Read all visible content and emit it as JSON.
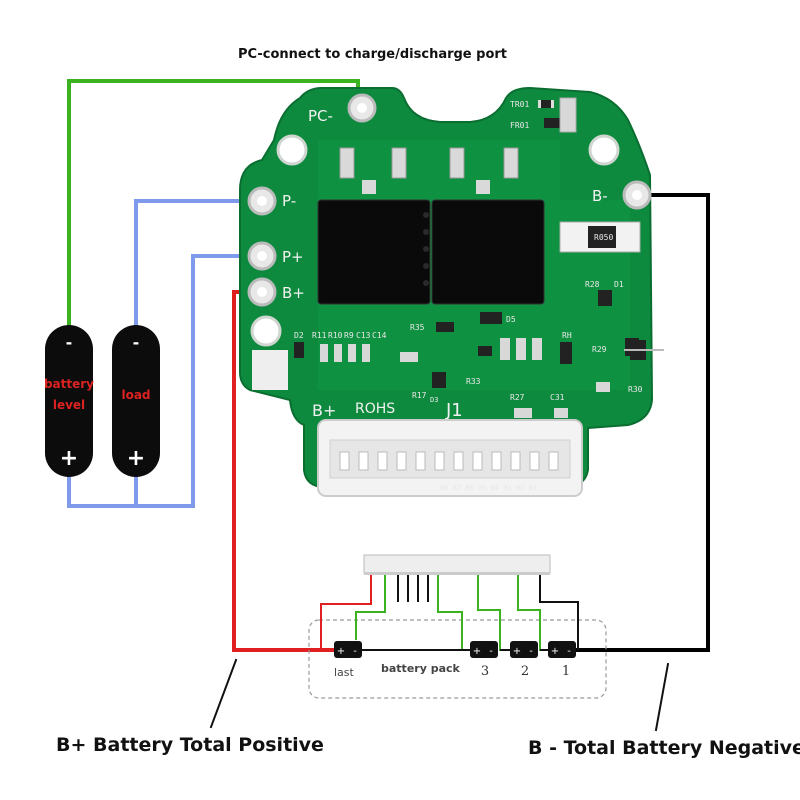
{
  "labels": {
    "top_caption": "PC-connect to charge/discharge port",
    "b_plus_caption": "B+ Battery Total Positive",
    "b_minus_caption": "B - Total Battery Negative"
  },
  "pcb": {
    "pad_pc": "PC-",
    "pad_p_minus": "P-",
    "pad_p_plus": "P+",
    "pad_b_plus": "B+",
    "pad_b_minus": "B-",
    "rohs": "ROHS",
    "connector_id": "J1",
    "b_plus_bottom": "B+",
    "refs": {
      "tr01": "TR01",
      "fr01": "FR01",
      "r28": "R28",
      "d1": "D1",
      "r29": "R29",
      "r30": "R30",
      "r35": "R35",
      "d5": "D5",
      "r33": "R33",
      "r17": "R17",
      "r27": "R27",
      "c31": "C31",
      "d2": "D2",
      "r11": "R11",
      "r10": "R10",
      "r9": "R9",
      "c13": "C13",
      "c14": "C14",
      "rh": "RH",
      "d3": "D3",
      "r050": "R050"
    }
  },
  "batteries": [
    {
      "label_line1": "battery",
      "label_line2": "level",
      "minus": "-",
      "plus": "+"
    },
    {
      "label_line1": "load",
      "label_line2": "",
      "minus": "-",
      "plus": "+"
    }
  ],
  "pack": {
    "label_last": "last",
    "label_pack": "battery pack",
    "numbers": [
      "3",
      "2",
      "1"
    ],
    "cell_plus": "+",
    "cell_minus": "-"
  },
  "colors": {
    "pcb_green": "#0e8a3f",
    "wire_green": "#3bb321",
    "wire_blue": "#7f9aea",
    "wire_red": "#e02020",
    "wire_black": "#000000"
  }
}
